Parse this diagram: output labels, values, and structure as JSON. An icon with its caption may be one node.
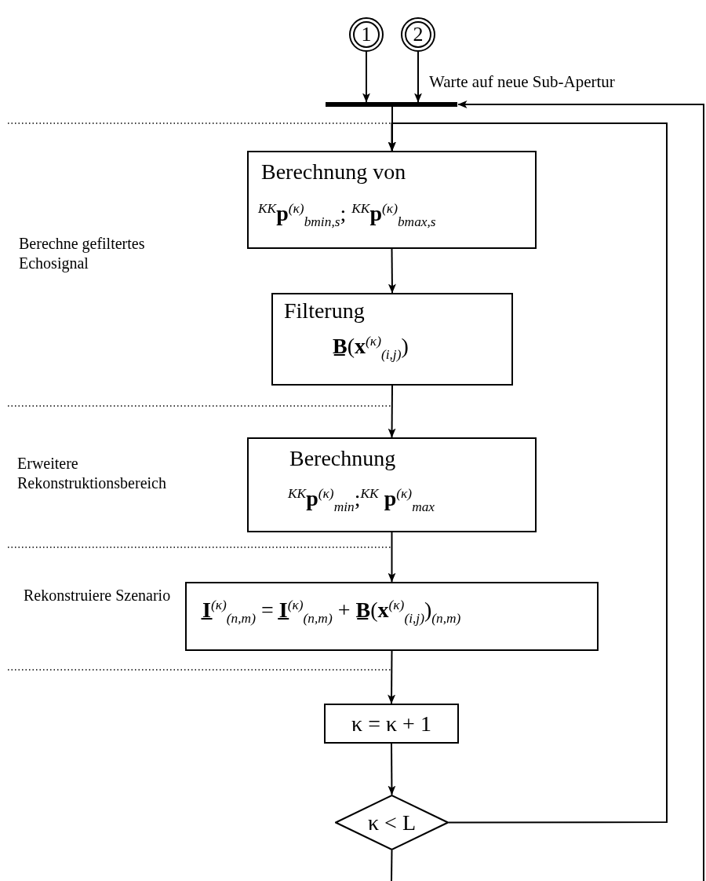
{
  "diagram": {
    "nodes": [
      {
        "text": [
          "1"
        ]
      },
      {
        "text": [
          "2"
        ]
      },
      {
        "text": [],
        "shape": "bar",
        "beside": [
          "Warte auf neue Sub-Apertur"
        ]
      },
      {
        "text": [
          "Berechnung von",
          "$^{KK}$**p**$^{(κ)}$$_{bmin,s}$; $^{KK}$**p**$^{(κ)}$$_{bmax,s}$"
        ]
      },
      {
        "text": [
          "Filterung",
          "**B̲**(**x**$^{(κ)}$$_{(i,j)}$)"
        ]
      },
      {
        "text": [
          "Berechnung",
          "$^{KK}$**p**$^{(κ)}$$_{min}$;$^{KK}$ **p**$^{(κ)}$$_{max}$"
        ]
      },
      {
        "text": [
          "**I̲**$^{(κ)}$$_{(n,m)}$ = **I̲**$^{(κ)}$$_{(n,m)}$ + **B̲**(**x**$^{(κ)}$$_{(i,j)}$)$_{(n,m)}$"
        ]
      },
      {
        "text": [
          "κ = κ + 1"
        ]
      },
      {
        "text": [
          "κ < L"
        ]
      }
    ],
    "edges": [
      {
        "from": 0,
        "to": 2,
        "arrow": "to"
      },
      {
        "from": 1,
        "to": 2,
        "arrow": "to"
      },
      {
        "from": 2,
        "to": 3,
        "arrow": "to"
      },
      {
        "from": 3,
        "to": 4,
        "arrow": "to"
      },
      {
        "from": 4,
        "to": 5,
        "arrow": "to"
      },
      {
        "from": 5,
        "to": 6,
        "arrow": "to"
      },
      {
        "from": 6,
        "to": 7,
        "arrow": "to"
      },
      {
        "from": 7,
        "to": 8,
        "arrow": "to"
      },
      {
        "from": 8,
        "to": 3,
        "arrow": "to"
      },
      {
        "from": 8,
        "to": null,
        "arrow": "none"
      },
      {
        "from": null,
        "to": 2,
        "arrow": "to"
      }
    ],
    "labels": [
      "Berechne gefiltertes Echosignal",
      "Erweitere Rekonstruktionsbereich",
      "Rekonstruiere Szenario"
    ]
  }
}
